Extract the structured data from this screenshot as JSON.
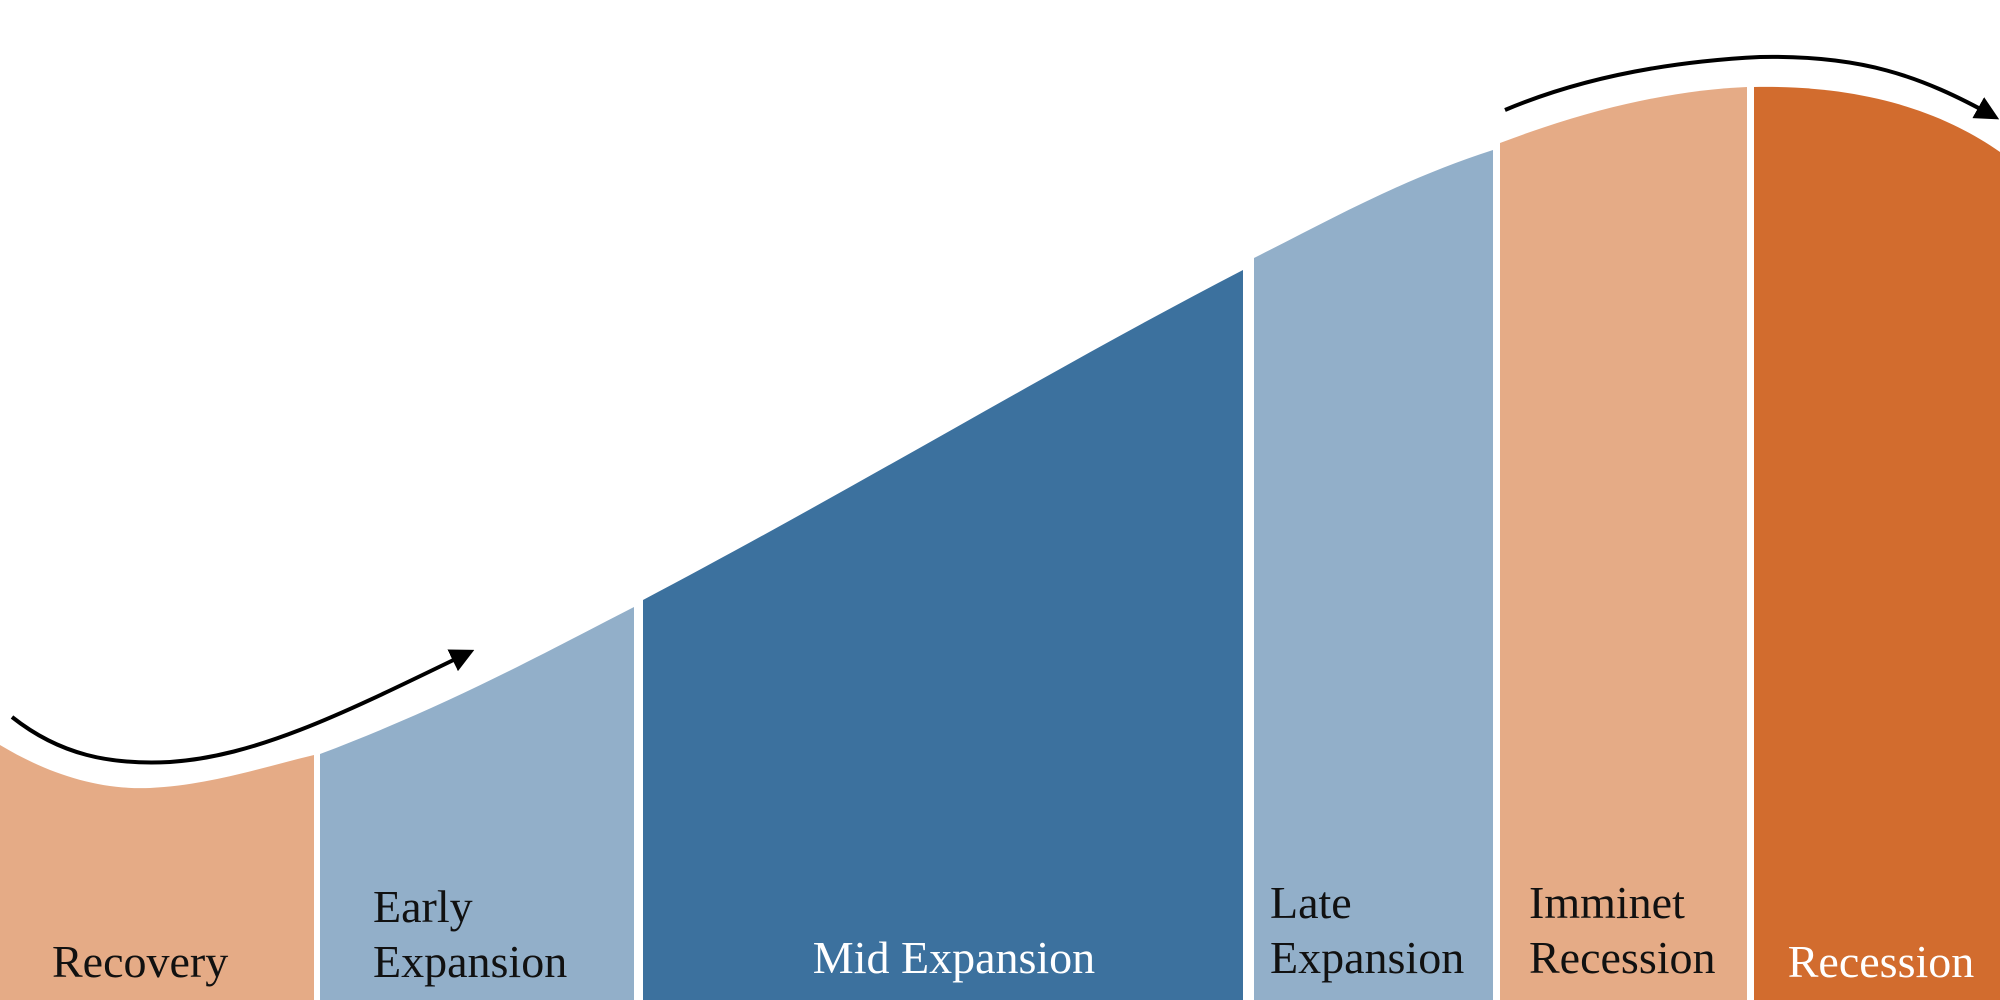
{
  "diagram": {
    "phases": [
      {
        "id": "recovery",
        "lines": [
          "Recovery"
        ],
        "color": "#E5AB86",
        "text_color": "#111111"
      },
      {
        "id": "early-expansion",
        "lines": [
          "Early",
          "Expansion"
        ],
        "color": "#92AFC9",
        "text_color": "#111111"
      },
      {
        "id": "mid-expansion",
        "lines": [
          "Mid Expansion"
        ],
        "color": "#3C719E",
        "text_color": "#ffffff"
      },
      {
        "id": "late-expansion",
        "lines": [
          "Late",
          "Expansion"
        ],
        "color": "#92AFC9",
        "text_color": "#111111"
      },
      {
        "id": "imminent-recession",
        "lines": [
          "Imminet",
          "Recession"
        ],
        "color": "#E5AB86",
        "text_color": "#111111"
      },
      {
        "id": "recession",
        "lines": [
          "Recession"
        ],
        "color": "#D26C2E",
        "text_color": "#ffffff"
      }
    ],
    "arrows": [
      {
        "id": "rising-arrow",
        "icon": "arrow-right-up-icon"
      },
      {
        "id": "peak-arrow",
        "icon": "arrow-right-down-icon"
      }
    ]
  }
}
